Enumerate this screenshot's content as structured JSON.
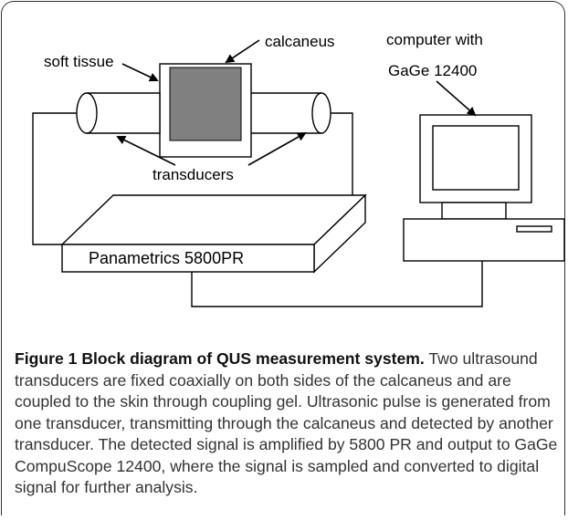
{
  "diagram": {
    "labels": {
      "soft_tissue": "soft tissue",
      "calcaneus": "calcaneus",
      "computer_line1": "computer with",
      "computer_line2": "GaGe 12400",
      "transducers": "transducers",
      "pulser": "Panametrics 5800PR"
    }
  },
  "caption": {
    "figure_label": "Figure 1",
    "title": "Block diagram of QUS measurement system.",
    "body": " Two ultrasound transducers are fixed coaxially on both sides of the calcaneus and are coupled to the skin through coupling gel. Ultrasonic pulse is generated from one transducer, transmitting through the calcaneus and detected by another transducer. The detected signal is amplified by 5800 PR and output to GaGe CompuScope 12400, where the signal is sampled and converted to digital signal for further analysis."
  },
  "colors": {
    "calcaneus_fill": "#808080",
    "line": "#000000"
  }
}
